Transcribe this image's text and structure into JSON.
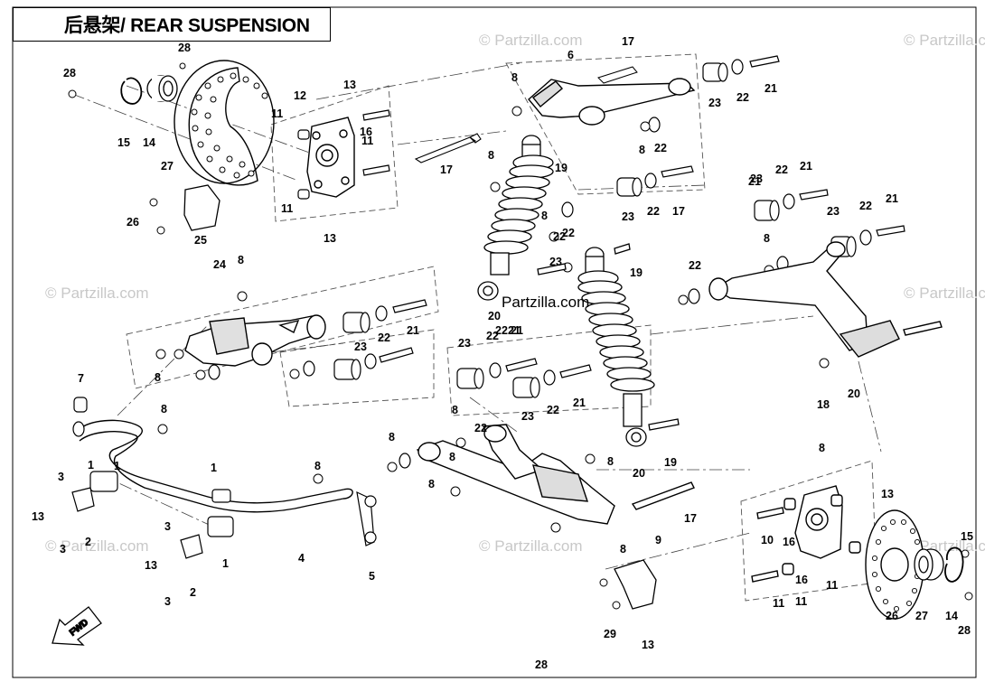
{
  "title": "后悬架/ REAR SUSPENSION",
  "watermark": "© Partzilla.com",
  "brand_mark": "Partzilla.com",
  "fwd_label": "FWD",
  "callouts": [
    "28",
    "28",
    "13",
    "12",
    "11",
    "11",
    "16",
    "11",
    "13",
    "15",
    "14",
    "27",
    "17",
    "26",
    "25",
    "17",
    "6",
    "8",
    "21",
    "22",
    "23",
    "8",
    "22",
    "19",
    "8",
    "22",
    "17",
    "22",
    "23",
    "21",
    "21",
    "22",
    "23",
    "23",
    "22",
    "21",
    "8",
    "22",
    "24",
    "8",
    "21",
    "22",
    "23",
    "19",
    "8",
    "20",
    "20",
    "22",
    "23",
    "21",
    "8",
    "22",
    "8",
    "8",
    "7",
    "8",
    "1",
    "1",
    "1",
    "3",
    "13",
    "2",
    "3",
    "3",
    "13",
    "3",
    "2",
    "1",
    "8",
    "4",
    "5",
    "23",
    "22",
    "21",
    "8",
    "22",
    "8",
    "8",
    "23",
    "22",
    "21",
    "19",
    "9",
    "17",
    "8",
    "20",
    "18",
    "8",
    "13",
    "10",
    "16",
    "11",
    "11",
    "16",
    "11",
    "13",
    "29",
    "26",
    "27",
    "14",
    "15",
    "28",
    "28"
  ]
}
